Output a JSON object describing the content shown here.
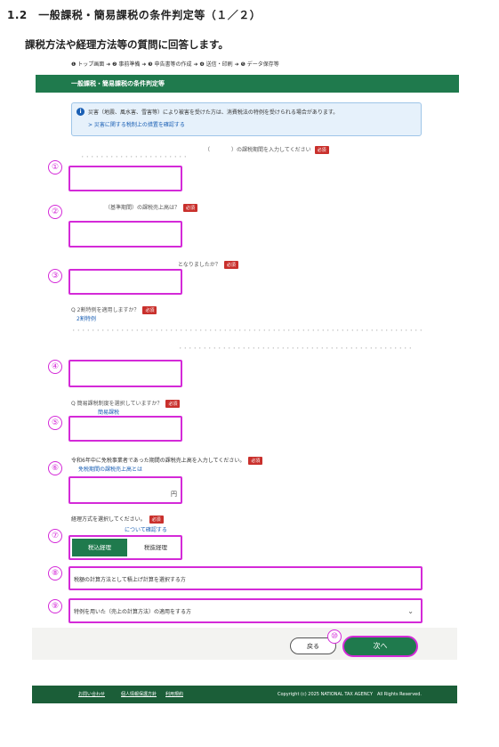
{
  "header": {
    "section_title": "1.2　一般課税・簡易課税の条件判定等（１／２）",
    "subtitle": "課税方法や経理方法等の質問に回答します。",
    "steps": "❶ トップ画面 ➜ ❷ 事前準備 ➜ ❸ 申告書等の作成 ➜ ❹ 送信・印刷 ➜ ❺ データ保存等",
    "bar_title": "一般課税・簡易課税の条件判定等"
  },
  "info": {
    "icon": "info-icon",
    "text": "災害（地震、風水害、雪害等）により被害を受けた方は、消費税法の特例を受けられる場合があります。",
    "link": "> 災害に関する税制上の措置を確認する"
  },
  "required_label": "必須",
  "questions": [
    {
      "label": "（　　　　）の課税期間を入力してください",
      "num": "①"
    },
    {
      "label": "（基準期間）の課税売上高は？",
      "num": "②"
    },
    {
      "label": "となりましたか？",
      "num": "③"
    },
    {
      "label": "Q 2割特例を適用しますか？",
      "sub": "2割特例",
      "num": "④"
    },
    {
      "label": "Q 簡易課税制度を選択していますか？",
      "sub": "簡易課税",
      "num": "⑤"
    },
    {
      "label": "令和6年中に免税事業者であった期間の課税売上高を入力してください。",
      "sub": "免税期間の課税売上高とは",
      "num": "⑥",
      "unit": "円"
    },
    {
      "label": "経理方式を選択してください。",
      "sub": "について確認する",
      "num": "⑦"
    }
  ],
  "segment": {
    "on": "税込経理",
    "off": "税抜経理"
  },
  "field8": {
    "num": "⑧",
    "text": "税額の計算方法として積上げ計算を選択する方"
  },
  "field9": {
    "num": "⑨",
    "text": "特例を用いた（売上の計算方法）の適用をする方"
  },
  "buttons": {
    "back": "戻る",
    "next": "次へ",
    "next_num": "⑩"
  },
  "footer": {
    "links": [
      "お問い合わせ",
      "個人情報保護方針",
      "利用規約"
    ],
    "copyright": "Copyright (c) 2025 NATIONAL TAX AGENCY　All Rights Reserved."
  },
  "colors": {
    "accent_green": "#1f7a4d",
    "highlight": "#d42ad8",
    "required_red": "#c9302c"
  }
}
